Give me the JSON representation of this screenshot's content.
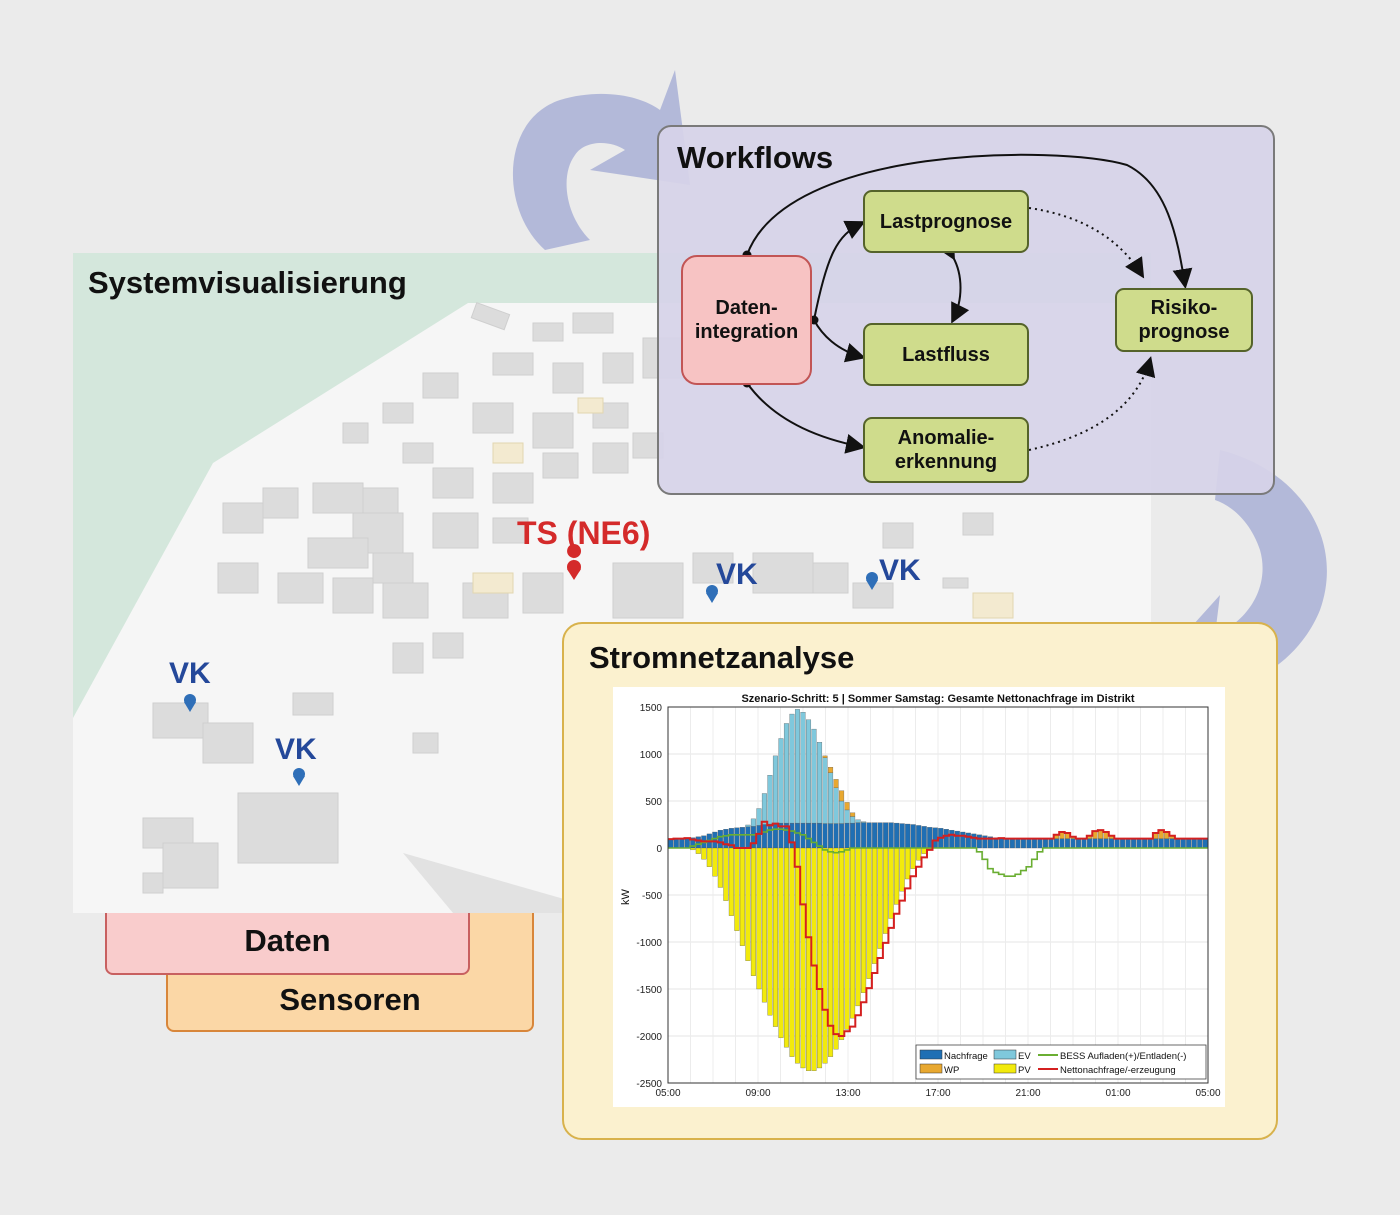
{
  "panels": {
    "system_title": "Systemvisualisierung",
    "workflows_title": "Workflows",
    "analysis_title": "Stromnetzanalyse",
    "data_label": "Daten",
    "sensors_label": "Sensoren"
  },
  "map": {
    "ts_label": "TS (NE6)",
    "vk_labels": [
      "VK",
      "VK",
      "VK",
      "VK"
    ]
  },
  "workflow": {
    "nodes": {
      "integration": "Daten-\nintegration",
      "lastprognose": "Lastprognose",
      "lastfluss": "Lastfluss",
      "anomalie": "Anomalie-\nerkennung",
      "risiko": "Risiko-\nprognose"
    }
  },
  "colors": {
    "nachfrage": "#1f6fb4",
    "ev": "#7fc8dc",
    "wp": "#e8a830",
    "pv": "#f2ea0c",
    "bess": "#6aae32",
    "netto": "#d42020",
    "workflow_bg": "#d9d6e6",
    "analysis_bg": "#fbf1cf",
    "system_bg": "#d4e7dc",
    "arrow": "#a9b0d6"
  },
  "chart_data": {
    "type": "bar",
    "title": "Szenario-Schritt: 5 | Sommer Samstag: Gesamte Nettonachfrage im Distrikt",
    "ylabel": "kW",
    "xlabel": "",
    "ylim": [
      -2500,
      1500
    ],
    "yticks": [
      1500,
      1000,
      500,
      0,
      -500,
      -1000,
      -1500,
      -2000,
      -2500
    ],
    "xticks": [
      "05:00",
      "09:00",
      "13:00",
      "17:00",
      "21:00",
      "01:00",
      "05:00"
    ],
    "grid": true,
    "legend_position": "bottom-right",
    "hours_start": 5,
    "hours_span": 24,
    "samples_per_hour": 2,
    "legend": [
      "Nachfrage",
      "EV",
      "BESS Aufladen(+)/Entladen(-)",
      "WP",
      "PV",
      "Nettonachfrage/-erzeugung"
    ],
    "series": [
      {
        "name": "Nachfrage",
        "values": [
          95,
          100,
          100,
          105,
          110,
          120,
          130,
          150,
          170,
          190,
          200,
          210,
          215,
          220,
          225,
          230,
          240,
          250,
          255,
          260,
          265,
          265,
          265,
          265,
          265,
          265,
          265,
          265,
          260,
          260,
          260,
          260,
          265,
          265,
          270,
          270,
          270,
          270,
          270,
          270,
          270,
          265,
          260,
          255,
          250,
          240,
          230,
          220,
          215,
          210,
          200,
          190,
          180,
          170,
          160,
          150,
          140,
          130,
          120,
          110,
          105,
          100,
          100,
          100,
          100,
          100,
          100,
          100,
          100,
          100,
          100,
          100,
          100,
          100,
          100,
          100,
          100,
          100,
          100,
          100,
          100,
          100,
          100,
          100,
          100,
          100,
          100,
          100,
          100,
          100,
          100,
          100,
          100,
          100,
          100,
          100,
          100,
          100
        ]
      },
      {
        "name": "EV",
        "values": [
          0,
          0,
          0,
          0,
          0,
          0,
          0,
          0,
          0,
          0,
          0,
          0,
          0,
          0,
          20,
          80,
          180,
          330,
          520,
          720,
          900,
          1060,
          1160,
          1210,
          1180,
          1100,
          1000,
          860,
          700,
          540,
          380,
          240,
          140,
          70,
          30,
          10,
          0,
          0,
          0,
          0,
          0,
          0,
          0,
          0,
          0,
          0,
          0,
          0,
          0,
          0,
          0,
          0,
          0,
          0,
          0,
          0,
          0,
          0,
          0,
          0,
          0,
          0,
          0,
          0,
          0,
          0,
          0,
          0,
          0,
          0,
          0,
          0,
          0,
          0,
          0,
          0,
          0,
          0,
          0,
          0,
          0,
          0,
          0,
          0,
          0,
          0,
          0,
          0,
          0,
          0,
          0,
          0,
          0,
          0,
          0,
          0,
          0,
          0
        ]
      },
      {
        "name": "WP",
        "values": [
          0,
          0,
          0,
          0,
          0,
          0,
          0,
          0,
          0,
          0,
          0,
          0,
          0,
          0,
          0,
          0,
          0,
          0,
          0,
          0,
          0,
          0,
          0,
          0,
          0,
          0,
          0,
          0,
          20,
          60,
          90,
          110,
          80,
          40,
          0,
          0,
          0,
          0,
          0,
          0,
          0,
          0,
          0,
          0,
          0,
          0,
          0,
          0,
          0,
          0,
          0,
          0,
          0,
          0,
          0,
          0,
          0,
          0,
          0,
          0,
          0,
          0,
          0,
          0,
          0,
          0,
          0,
          0,
          0,
          0,
          40,
          70,
          60,
          20,
          0,
          0,
          30,
          80,
          90,
          70,
          30,
          0,
          0,
          0,
          0,
          0,
          0,
          0,
          60,
          90,
          70,
          30,
          0,
          0,
          0,
          0,
          0,
          0
        ]
      },
      {
        "name": "PV",
        "values": [
          0,
          0,
          0,
          0,
          -20,
          -60,
          -120,
          -200,
          -300,
          -420,
          -560,
          -720,
          -880,
          -1040,
          -1200,
          -1360,
          -1500,
          -1640,
          -1780,
          -1900,
          -2020,
          -2120,
          -2220,
          -2290,
          -2340,
          -2370,
          -2370,
          -2340,
          -2290,
          -2220,
          -2140,
          -2040,
          -1930,
          -1810,
          -1680,
          -1540,
          -1390,
          -1230,
          -1070,
          -910,
          -750,
          -600,
          -460,
          -330,
          -220,
          -130,
          -60,
          -20,
          0,
          0,
          0,
          0,
          0,
          0,
          0,
          0,
          0,
          0,
          0,
          0,
          0,
          0,
          0,
          0,
          0,
          0,
          0,
          0,
          0,
          0,
          0,
          0,
          0,
          0,
          0,
          0,
          0,
          0,
          0,
          0,
          0,
          0,
          0,
          0,
          0,
          0,
          0,
          0,
          0,
          0,
          0,
          0,
          0,
          0,
          0,
          0,
          0,
          0
        ]
      },
      {
        "name": "BESS Aufladen(+)/Entladen(-)",
        "values": [
          0,
          0,
          0,
          0,
          20,
          40,
          60,
          80,
          100,
          120,
          130,
          140,
          140,
          140,
          140,
          140,
          150,
          170,
          190,
          200,
          200,
          190,
          180,
          160,
          140,
          100,
          60,
          20,
          -20,
          -40,
          -50,
          -40,
          -20,
          0,
          0,
          0,
          0,
          0,
          0,
          0,
          0,
          0,
          0,
          0,
          0,
          0,
          0,
          0,
          0,
          0,
          0,
          0,
          0,
          0,
          0,
          0,
          -40,
          -120,
          -220,
          -260,
          -280,
          -300,
          -300,
          -280,
          -240,
          -200,
          -120,
          -40,
          0,
          0,
          0,
          0,
          0,
          0,
          0,
          0,
          0,
          0,
          0,
          0,
          0,
          0,
          0,
          0,
          0,
          0,
          0,
          0,
          0,
          0,
          0,
          0,
          0,
          0,
          0,
          0,
          0,
          0
        ]
      },
      {
        "name": "Nettonachfrage/-erzeugung",
        "values": [
          95,
          100,
          100,
          105,
          90,
          80,
          70,
          70,
          70,
          60,
          40,
          30,
          0,
          0,
          0,
          50,
          150,
          280,
          240,
          260,
          230,
          230,
          60,
          -200,
          -600,
          -950,
          -1250,
          -1500,
          -1720,
          -1890,
          -1980,
          -2000,
          -1950,
          -1900,
          -1780,
          -1640,
          -1490,
          -1330,
          -1170,
          -1010,
          -850,
          -700,
          -560,
          -430,
          -300,
          -200,
          -100,
          -20,
          80,
          110,
          130,
          140,
          130,
          130,
          120,
          110,
          100,
          100,
          100,
          100,
          105,
          100,
          100,
          100,
          100,
          100,
          100,
          100,
          100,
          100,
          140,
          170,
          160,
          120,
          100,
          100,
          130,
          180,
          190,
          170,
          130,
          100,
          100,
          100,
          100,
          100,
          100,
          100,
          160,
          190,
          170,
          130,
          100,
          100,
          100,
          100,
          100,
          100
        ]
      }
    ]
  }
}
